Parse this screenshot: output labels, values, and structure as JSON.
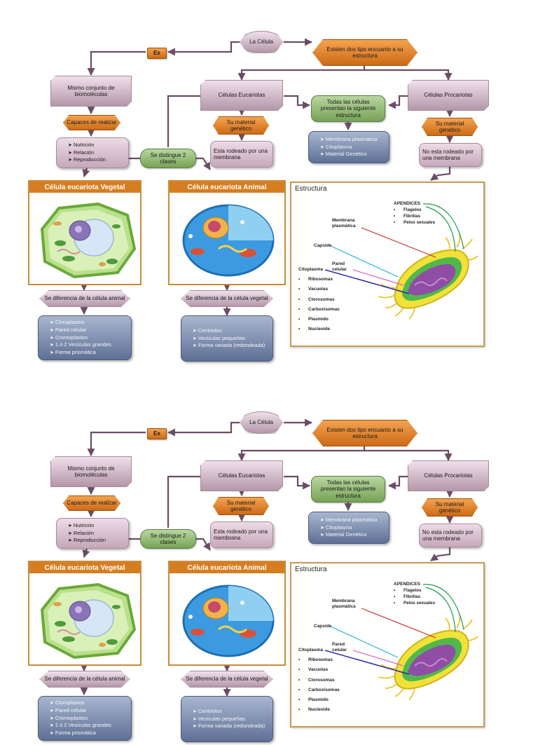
{
  "root": "La Célula",
  "es": "Es",
  "types": "Existen dos tipo encuanto a su estructura",
  "biomol": "Mismo conjunto de biomoléculas",
  "capaces": "Capaces de realizar",
  "functions": [
    "Nutrición",
    "Relación",
    "Reproducción"
  ],
  "eucariotas": "Células Eucariotas",
  "procariotas": "Células Procariotas",
  "todas": "Todas las células presentan la siguiente estructura",
  "estructura_items": [
    "Membrana plasmática",
    "Citoplasma",
    "Material Genético"
  ],
  "material_genetico": "Su material genético",
  "rodeado": "Esta rodeado por una membrana",
  "no_rodeado": "No esta rodeado por una membrana",
  "distingue": "Se distingue 2 clases",
  "vegetal_title": "Célula eucariota Vegetal",
  "animal_title": "Célula eucariota Animal",
  "diferencia_vegetal": "Se diferencia de la célula animal",
  "diferencia_animal": "Se diferencia de la célula vegetal",
  "vegetal_items": [
    "Cloroplastos",
    "Pared celular",
    "Cromoplastos",
    "1 ó 2 Vesículas grandes",
    "Forma prismática"
  ],
  "animal_items": [
    "Centriolos",
    "Vesículas pequeñas",
    "Forma variada (redondeada)"
  ],
  "bacteria": {
    "title": "Estructura",
    "apendices": "APENDICES",
    "apendice_items": [
      "Flagelos",
      "Fibrilias",
      "Pelos sexuales"
    ],
    "membrana": "Membrana plasmática",
    "capside": "Capside",
    "pared": "Pared celular",
    "citoplasma": "Citoplasma",
    "parts": [
      "Ribosomas",
      "Vacuolas",
      "Clorosomas",
      "Carboxisomas",
      "Plasmido",
      "Nucleoide"
    ]
  },
  "colors": {
    "orange": "#d57e21",
    "mauve": "#8a5b79",
    "green": "#76a356",
    "slate": "#5f7096",
    "connector": "#6b4c66"
  }
}
